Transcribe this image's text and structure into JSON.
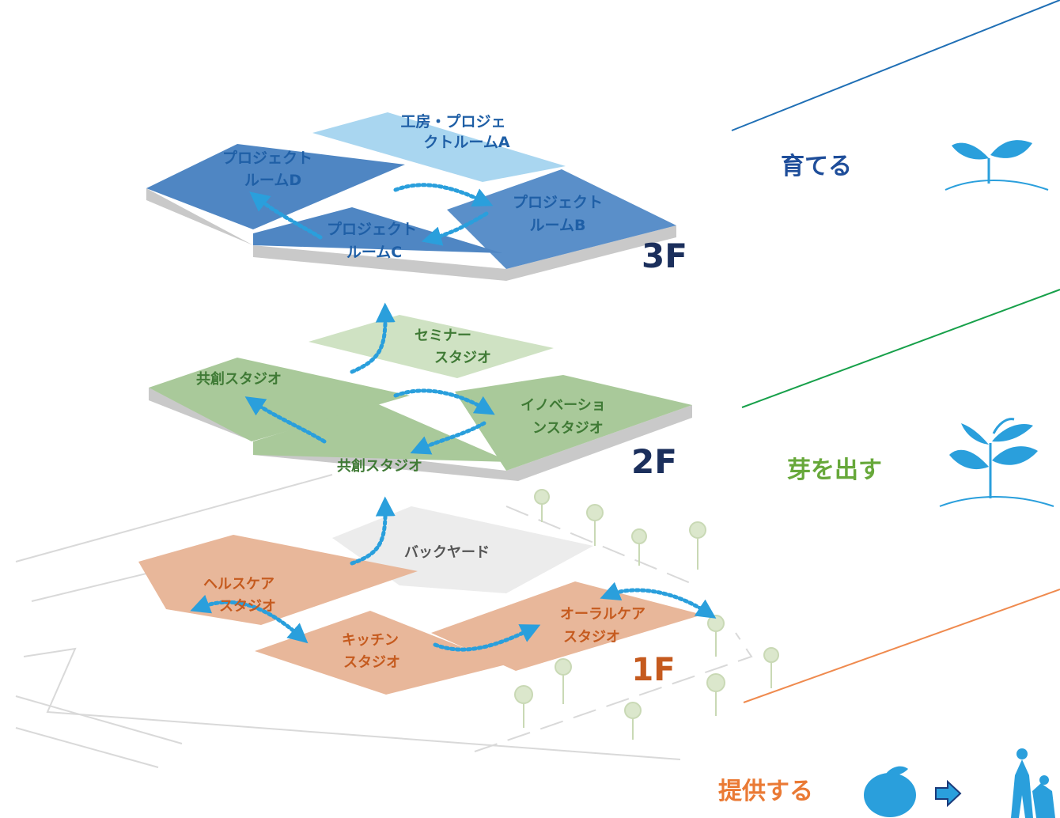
{
  "floors": {
    "f3": {
      "number": "3F",
      "rooms": {
        "workshop_line1": "工房・プロジェ",
        "workshop_line2": "クトルームA",
        "d_line1": "プロジェクト",
        "d_line2": "ルームD",
        "b_line1": "プロジェクト",
        "b_line2": "ルームB",
        "c_line1": "プロジェクト",
        "c_line2": "ルームC"
      }
    },
    "f2": {
      "number": "2F",
      "rooms": {
        "seminar_line1": "セミナー",
        "seminar_line2": "スタジオ",
        "cocreate_left": "共創スタジオ",
        "innovation_line1": "イノベーショ",
        "innovation_line2": "ンスタジオ",
        "cocreate_bottom": "共創スタジオ"
      }
    },
    "f1": {
      "number": "1F",
      "rooms": {
        "backyard": "バックヤード",
        "health_line1": "ヘルスケア",
        "health_line2": "スタジオ",
        "kitchen_line1": "キッチン",
        "kitchen_line2": "スタジオ",
        "oral_line1": "オーラルケア",
        "oral_line2": "スタジオ"
      }
    }
  },
  "stages": {
    "grow": "育てる",
    "sprout": "芽を出す",
    "provide": "提供する"
  },
  "icons": [
    "seedling-icon",
    "sprout-icon",
    "fruit-icon",
    "arrow-right-icon",
    "family-icon"
  ],
  "colors": {
    "floor3": "#4f86c3",
    "floor3_light": "#a9d6f0",
    "floor2": "#a9c99a",
    "floor1": "#e8b79a",
    "label3": "#1f5fa6",
    "label2": "#3f7a35",
    "label1": "#c55a1e",
    "floor_num": "#1b2f5c",
    "grow": "#1f4e9a",
    "sprout": "#67a83a",
    "provide": "#ea7a35",
    "icon": "#2a9fdc"
  }
}
